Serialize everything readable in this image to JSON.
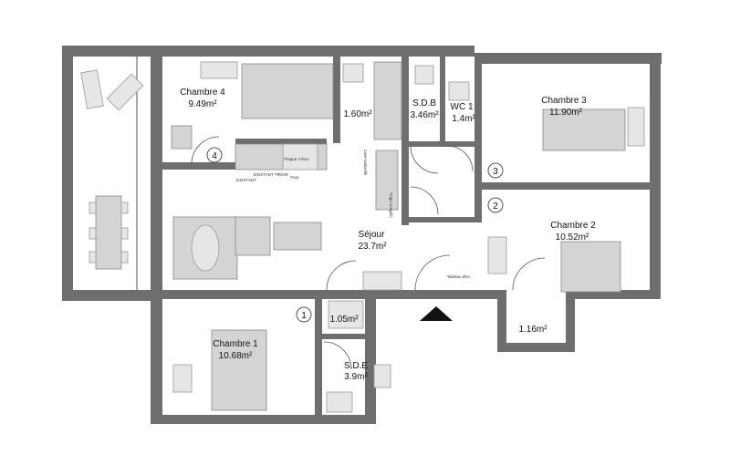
{
  "rooms": [
    {
      "name": "Chambre 4",
      "area": "9.49m²"
    },
    {
      "name": "",
      "area": "1.60m²"
    },
    {
      "name": "S.D.B",
      "area": "3.46m²"
    },
    {
      "name": "WC 1",
      "area": "1.4m²"
    },
    {
      "name": "Chambre 3",
      "area": "11.90m²"
    },
    {
      "name": "Séjour",
      "area": "23.7m²"
    },
    {
      "name": "Chambre 2",
      "area": "10.52m²"
    },
    {
      "name": "",
      "area": "1.05m²"
    },
    {
      "name": "Chambre 1",
      "area": "10.68m²"
    },
    {
      "name": "S.D.E",
      "area": "3.9m²"
    },
    {
      "name": "",
      "area": "1.16m²"
    }
  ],
  "markers": [
    "1",
    "2",
    "3",
    "4"
  ],
  "annotations": {
    "hob": "Plaque 4 feux",
    "oven": "Four",
    "drawer": "EXISTANT TIROIR",
    "existing": "EXISTANT",
    "dishwasher": "Lave-vaisselle",
    "fridge": "Frigo congélo",
    "panel": "Tableau élec."
  },
  "colors": {
    "wall": "#6e6e6e",
    "furniture": "#d4d4d4"
  }
}
